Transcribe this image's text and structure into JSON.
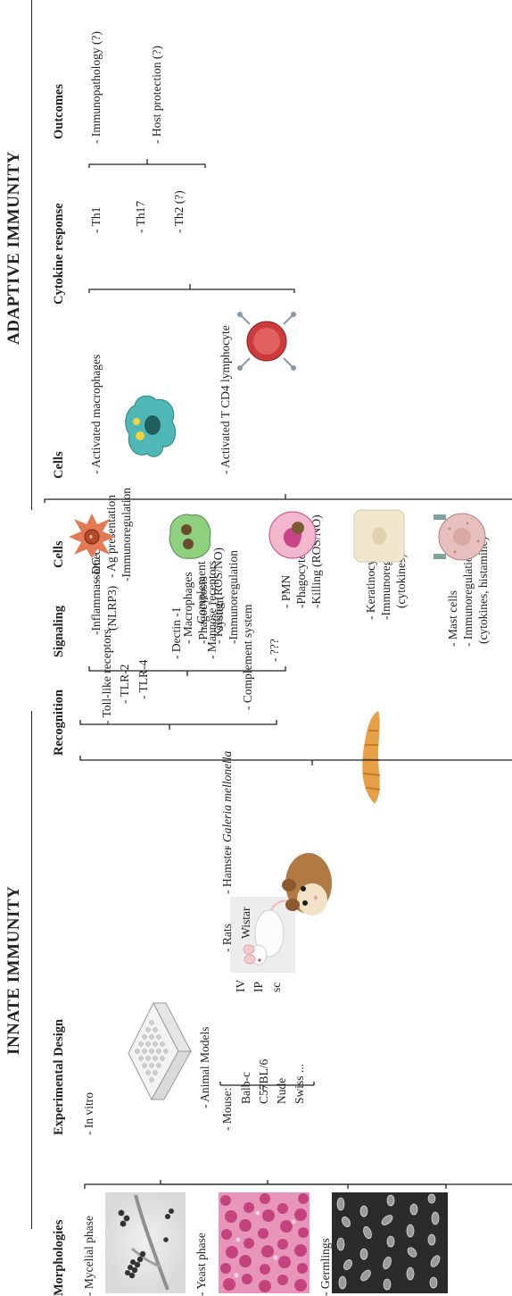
{
  "headers": {
    "innate": "INNATE IMMUNITY",
    "adaptive": "ADAPTIVE IMMUNITY"
  },
  "columns": {
    "morphologies": "Morphologies",
    "experimental_design": "Experimental Design",
    "recognition": "Recognition",
    "signaling": "Signaling",
    "innate_cells": "Cells",
    "adaptive_cells": "Cells",
    "cytokine_response": "Cytokine response",
    "outcomes": "Outcomes"
  },
  "morphologies": {
    "mycelial": "- Mycelial phase",
    "yeast": "- Yeast phase",
    "germlings": "- Germlings"
  },
  "experimental_design": {
    "in_vitro": "- In vitro",
    "animal_models": "- Animal Models",
    "routes": [
      "IV",
      "IP",
      "sc"
    ],
    "mouse": "- Mouse:",
    "mouse_strains": [
      "Balb-c",
      "C57BL/6",
      "Nude",
      "Swiss ..."
    ],
    "rats": "- Rats",
    "rats_strain": "Wistar",
    "hamster": "- Hamster",
    "galleria_prefix": "- ",
    "galleria": "Galeria mellonella"
  },
  "recognition": {
    "tlr": "- Toll-like receptors",
    "tlr2": "- TLR-2",
    "tlr4": "- TLR-4",
    "dectin": "- Dectin -1",
    "mannose": "- Mannose receptors",
    "complement": "- Complement system"
  },
  "signaling": {
    "inflammasome": "-Inflammassome",
    "nlrp3": "(NLRP3)",
    "complement_1": "- Complement",
    "complement_2": "system",
    "unknown": "- ???"
  },
  "innate_cells": {
    "dc": [
      "- DC cells",
      "- Ag presentation",
      "-Immunoregulation"
    ],
    "macrophages": [
      "- Macrophages",
      "-Phagocytosis",
      "- Killing (ROS/NO)",
      "-Immunoregulation"
    ],
    "pmn": [
      "- PMN",
      "-Phagocytosis",
      "-Killing (ROS/NO)"
    ],
    "keratinocytes": [
      "- Keratinocytes",
      "-Immunoregulation",
      "(cytokines)"
    ],
    "mast": [
      "- Mast cells",
      "- Immunoregulation",
      "(cytokines, histamine)"
    ]
  },
  "adaptive_cells": {
    "macrophages": "- Activated macrophages",
    "tcd4": "- Activated T CD4 lymphocyte"
  },
  "cytokine_response": {
    "th1": "- Th1",
    "th17": "- Th17",
    "th2": "- Th2 (?)"
  },
  "outcomes": {
    "immunopathology": "- Immunopathology (?)",
    "protection": "- Host protection (?)"
  },
  "colors": {
    "text": "#222222",
    "macrophage": "#4fb7b5",
    "dc": "#e47a55",
    "green_macrophage": "#8fd07f",
    "pmn": "#c9458a",
    "keratinocyte": "#f1e7cf",
    "mast": "#d9a9a5",
    "tcell": "#cc3a3a",
    "yeast_stain": "#c4427e",
    "larva": "#e7a047",
    "hamster": "#b17a42"
  }
}
